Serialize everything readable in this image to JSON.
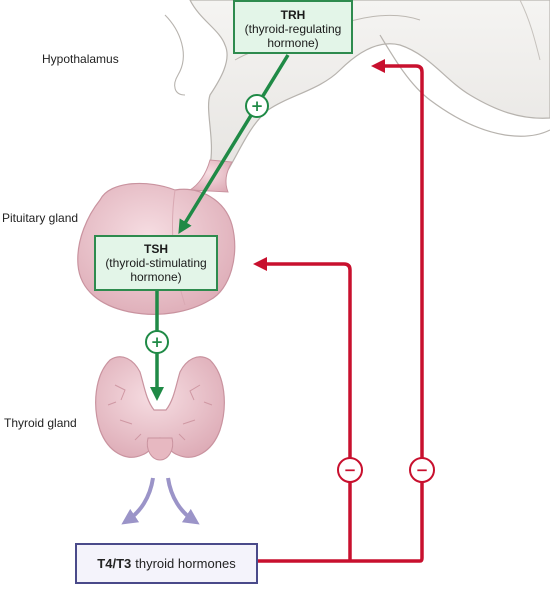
{
  "labels": {
    "hypothalamus": "Hypothalamus",
    "pituitary": "Pituitary gland",
    "thyroid": "Thyroid gland"
  },
  "trh": {
    "name": "TRH",
    "desc_line1": "(thyroid-regulating",
    "desc_line2": "hormone)"
  },
  "tsh": {
    "name": "TSH",
    "desc_line1": "(thyroid-stimulating",
    "desc_line2": "hormone)"
  },
  "hormones": {
    "name": "T4/T3",
    "desc": "thyroid hormones"
  },
  "signs": {
    "positive": "+",
    "negative": "−"
  },
  "colors": {
    "stimulation": "#1f8a46",
    "inhibition": "#c8102e",
    "release": "#9b94c8",
    "tissue": "#ecc4cc"
  }
}
